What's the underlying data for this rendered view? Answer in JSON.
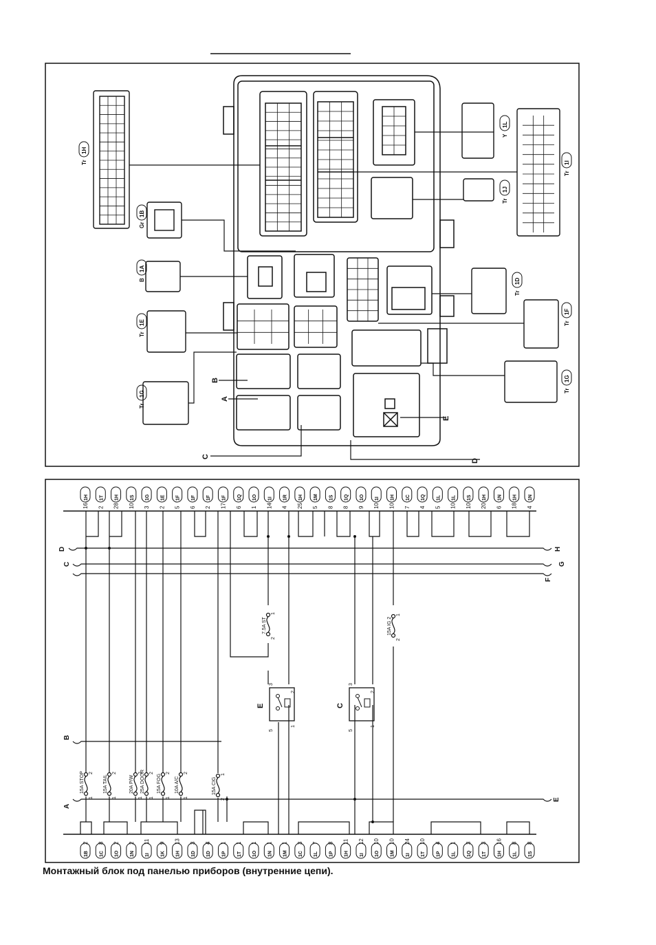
{
  "caption": "Монтажный блок под панелью приборов (внутренние цепи).",
  "top_letters": {
    "a": "A",
    "b": "B",
    "c": "C",
    "d": "D",
    "e": "E"
  },
  "top_connectors": [
    {
      "label": "1H",
      "prefix": "Tr"
    },
    {
      "label": "1B",
      "prefix": "Gr"
    },
    {
      "label": "1A",
      "prefix": "B"
    },
    {
      "label": "1E",
      "prefix": "Tr"
    },
    {
      "label": "1G",
      "prefix": "Tr"
    },
    {
      "label": "1L",
      "prefix": "Y"
    },
    {
      "label": "1I",
      "prefix": "Tr"
    },
    {
      "label": "1J",
      "prefix": "Tr"
    },
    {
      "label": "1D",
      "prefix": "Tr"
    },
    {
      "label": "1F",
      "prefix": "Tr"
    },
    {
      "label": "1G",
      "prefix": "Tr"
    }
  ],
  "top_pins": [
    {
      "pin": "16",
      "conn": "1H"
    },
    {
      "pin": "2",
      "conn": "1T"
    },
    {
      "pin": "28",
      "conn": "1H"
    },
    {
      "pin": "10",
      "conn": "1S"
    },
    {
      "pin": "3",
      "conn": "1G"
    },
    {
      "pin": "2",
      "conn": "1E"
    },
    {
      "pin": "5",
      "conn": "1F"
    },
    {
      "pin": "6",
      "conn": "1F"
    },
    {
      "pin": "2",
      "conn": "1F"
    },
    {
      "pin": "17",
      "conn": "1F"
    },
    {
      "pin": "6",
      "conn": "1Q"
    },
    {
      "pin": "1",
      "conn": "1O"
    },
    {
      "pin": "14",
      "conn": "1I"
    },
    {
      "pin": "4",
      "conn": "1R"
    },
    {
      "pin": "25",
      "conn": "1H"
    },
    {
      "pin": "5",
      "conn": "1M"
    },
    {
      "pin": "8",
      "conn": "1S"
    },
    {
      "pin": "8",
      "conn": "1Q"
    },
    {
      "pin": "9",
      "conn": "1O"
    },
    {
      "pin": "10",
      "conn": "1I"
    },
    {
      "pin": "10",
      "conn": "1H"
    },
    {
      "pin": "7",
      "conn": "1C"
    },
    {
      "pin": "4",
      "conn": "1Q"
    },
    {
      "pin": "5",
      "conn": "1L"
    },
    {
      "pin": "10",
      "conn": "1L"
    },
    {
      "pin": "10",
      "conn": "1S"
    },
    {
      "pin": "20",
      "conn": "1H"
    },
    {
      "pin": "6",
      "conn": "1N"
    },
    {
      "pin": "18",
      "conn": "1H"
    },
    {
      "pin": "4",
      "conn": "1N"
    }
  ],
  "bottom_pins": [
    {
      "pin": "2",
      "conn": "1B"
    },
    {
      "pin": "8",
      "conn": "1C"
    },
    {
      "pin": "2",
      "conn": "1O"
    },
    {
      "pin": "2",
      "conn": "1N"
    },
    {
      "pin": "11",
      "conn": "1I"
    },
    {
      "pin": "9",
      "conn": "1K"
    },
    {
      "pin": "13",
      "conn": "1H"
    },
    {
      "pin": "3",
      "conn": "1D"
    },
    {
      "pin": "4",
      "conn": "1D"
    },
    {
      "pin": "1",
      "conn": "1P"
    },
    {
      "pin": "1",
      "conn": "1T"
    },
    {
      "pin": "1",
      "conn": "1O"
    },
    {
      "pin": "1",
      "conn": "1N"
    },
    {
      "pin": "1",
      "conn": "1M"
    },
    {
      "pin": "3",
      "conn": "1C"
    },
    {
      "pin": "7",
      "conn": "1L"
    },
    {
      "pin": "8",
      "conn": "1P"
    },
    {
      "pin": "11",
      "conn": "1H"
    },
    {
      "pin": "12",
      "conn": "1I"
    },
    {
      "pin": "10",
      "conn": "1O"
    },
    {
      "pin": "10",
      "conn": "1M"
    },
    {
      "pin": "24",
      "conn": "1I"
    },
    {
      "pin": "10",
      "conn": "1T"
    },
    {
      "pin": "4",
      "conn": "1P"
    },
    {
      "pin": "1",
      "conn": "1L"
    },
    {
      "pin": "3",
      "conn": "1Q"
    },
    {
      "pin": "3",
      "conn": "1T"
    },
    {
      "pin": "16",
      "conn": "1H"
    },
    {
      "pin": "8",
      "conn": "1L"
    },
    {
      "pin": "8",
      "conn": "1S"
    }
  ],
  "fuses": [
    {
      "name": "15A STOP",
      "pin_a": "1",
      "pin_b": "2"
    },
    {
      "name": "15A TAIL",
      "pin_a": "1",
      "pin_b": "2"
    },
    {
      "name": "20A P/W",
      "pin_a": "1",
      "pin_b": "2"
    },
    {
      "name": "25A DOOR",
      "pin_a": "1",
      "pin_b": "2"
    },
    {
      "name": "15A FOG",
      "pin_a": "1",
      "pin_b": "2"
    },
    {
      "name": "10A A/C",
      "pin_a": "1",
      "pin_b": "2"
    },
    {
      "name": "15A CIG",
      "pin_a": "2",
      "pin_b": "1"
    },
    {
      "name": "7.5A ST",
      "pin_a": "2",
      "pin_b": "1"
    },
    {
      "name": "15A IG 2",
      "pin_a": "2",
      "pin_b": "1"
    }
  ],
  "relays": [
    {
      "name": "E",
      "p3": "3",
      "p5": "5",
      "p1": "1",
      "p2": "2"
    },
    {
      "name": "C",
      "p3": "3",
      "p5": "5",
      "p1": "1",
      "p2": "2"
    }
  ],
  "bus_letters": {
    "a": "A",
    "b": "B",
    "c": "C",
    "d": "D",
    "e": "E",
    "f": "F",
    "g": "G",
    "h": "H"
  }
}
